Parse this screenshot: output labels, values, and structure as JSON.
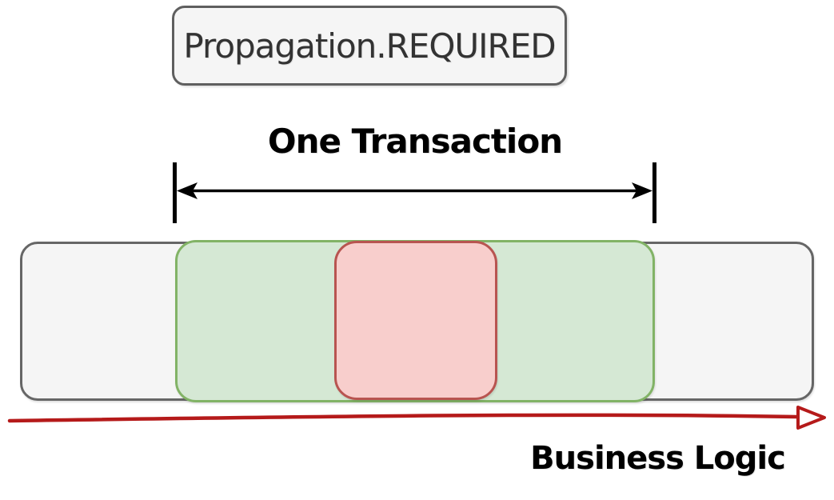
{
  "diagram": {
    "title": "Propagation.REQUIRED",
    "span_label": "One Transaction",
    "timeline_label": "Business Logic",
    "colors": {
      "outer_box_fill": "#f5f5f5",
      "outer_box_border": "#666666",
      "transaction_box_fill": "#d5e8d4",
      "transaction_box_border": "#82b366",
      "inner_box_fill": "#f8cecc",
      "inner_box_border": "#b85450",
      "span_arrow": "#000000",
      "timeline_arrow": "#b51a1a",
      "title_text": "#333333",
      "label_text": "#000000"
    }
  }
}
